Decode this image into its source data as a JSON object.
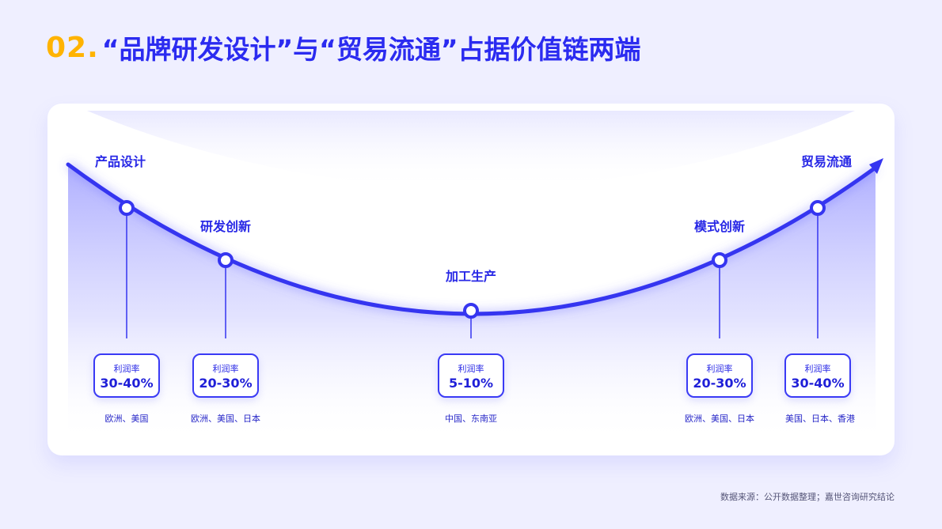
{
  "header": {
    "number": "02.",
    "title": "“品牌研发设计”与“贸易流通”占据价值链两端"
  },
  "stages": [
    {
      "id": "product-design",
      "name": "产品设计",
      "profit_label": "利润率",
      "profit": "30-40%",
      "regions": "欧洲、美国"
    },
    {
      "id": "rd-innovation",
      "name": "研发创新",
      "profit_label": "利润率",
      "profit": "20-30%",
      "regions": "欧洲、美国、日本"
    },
    {
      "id": "manufacturing",
      "name": "加工生产",
      "profit_label": "利润率",
      "profit": "5-10%",
      "regions": "中国、东南亚"
    },
    {
      "id": "business-model-innovation",
      "name": "模式创新",
      "profit_label": "利润率",
      "profit": "20-30%",
      "regions": "欧洲、美国、日本"
    },
    {
      "id": "trade-circulation",
      "name": "贸易流通",
      "profit_label": "利润率",
      "profit": "30-40%",
      "regions": "美国、日本、香港"
    }
  ],
  "footer": {
    "source": "数据来源：公开数据整理；嘉世咨询研究结论"
  },
  "colors": {
    "accent_blue": "#3535F0",
    "number_yellow": "#FFB300",
    "background": "#EFEFFF"
  }
}
